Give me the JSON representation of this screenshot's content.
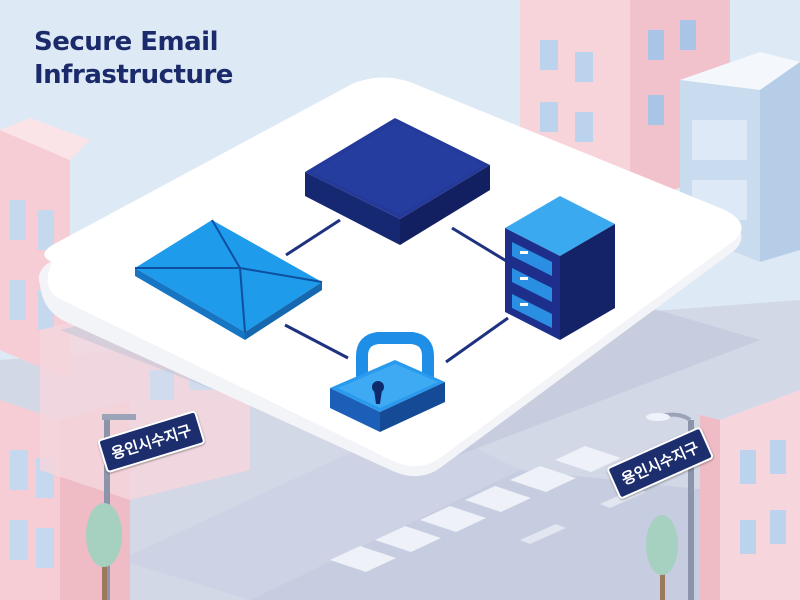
{
  "title": {
    "line1": "Secure Email",
    "line2": "Infrastructure"
  },
  "street_signs": {
    "left": "용인시수지구",
    "right": "용인시수지구"
  },
  "diagram": {
    "nodes": [
      {
        "id": "email",
        "icon": "envelope-icon"
      },
      {
        "id": "gateway",
        "icon": "server-block-icon"
      },
      {
        "id": "server",
        "icon": "server-rack-icon"
      },
      {
        "id": "lock",
        "icon": "padlock-icon"
      }
    ],
    "edges": [
      [
        "email",
        "gateway"
      ],
      [
        "gateway",
        "server"
      ],
      [
        "email",
        "lock"
      ],
      [
        "lock",
        "server"
      ]
    ]
  },
  "colors": {
    "navy": "#1b2f82",
    "blue": "#1aa0f0",
    "title": "#1b2a6b",
    "platform": "#ffffff",
    "building_pink": "#f6d6dc",
    "building_blue": "#cfe2f3",
    "road": "#c9d0e0"
  }
}
